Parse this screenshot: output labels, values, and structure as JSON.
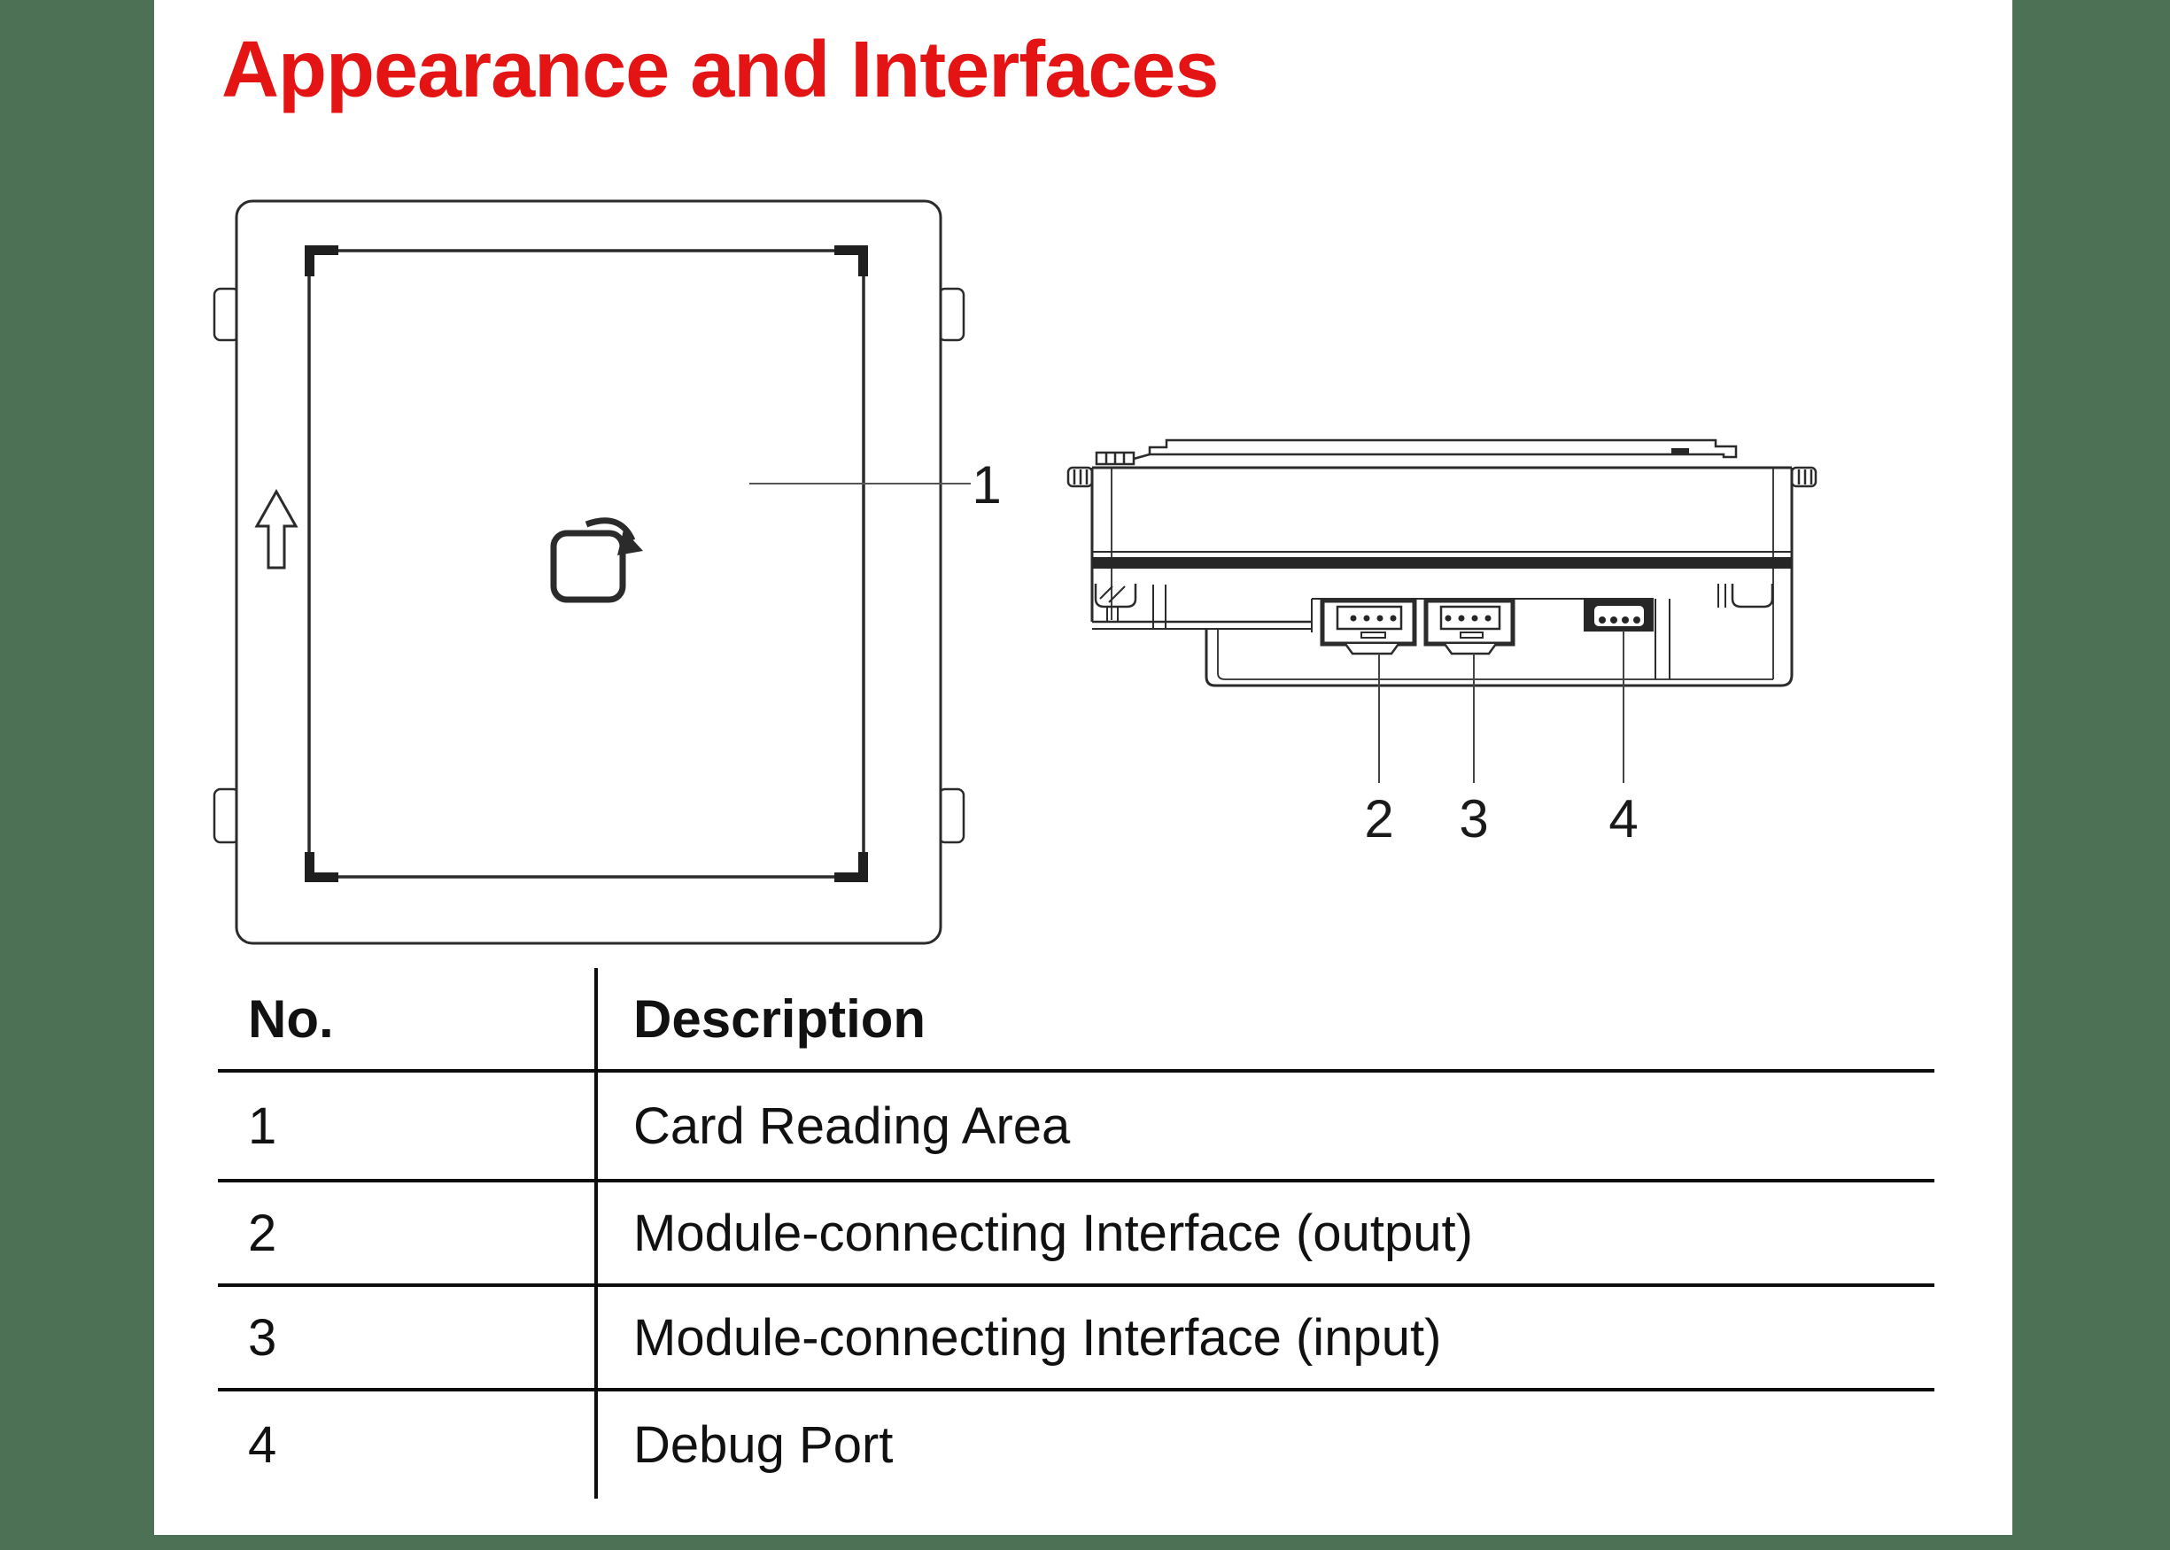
{
  "page": {
    "background_color": "#4d7154",
    "paper_color": "#ffffff",
    "ink_color": "#2b2b2b"
  },
  "title": {
    "text": "Appearance and Interfaces",
    "color": "#e51414"
  },
  "figure": {
    "front_view": {
      "callout": "1"
    },
    "side_view": {
      "callouts": [
        "2",
        "3",
        "4"
      ]
    }
  },
  "table": {
    "headers": {
      "no": "No.",
      "description": "Description"
    },
    "rows": [
      {
        "no": "1",
        "description": "Card Reading Area"
      },
      {
        "no": "2",
        "description": "Module-connecting Interface (output)"
      },
      {
        "no": "3",
        "description": "Module-connecting Interface (input)"
      },
      {
        "no": "4",
        "description": "Debug Port"
      }
    ]
  }
}
